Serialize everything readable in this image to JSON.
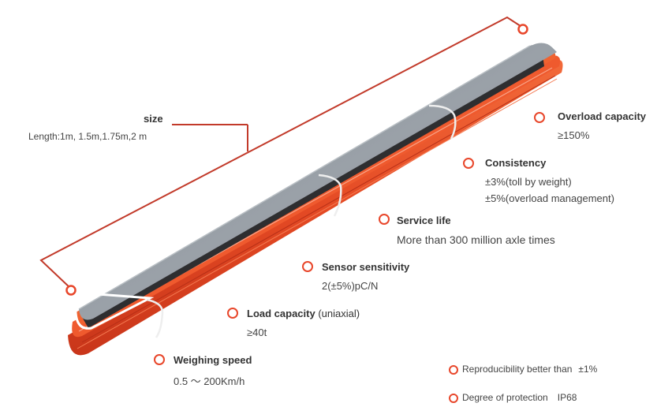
{
  "size": {
    "title": "size",
    "value": "Length:1m, 1.5m,1.75m,2 m"
  },
  "specs": [
    {
      "title": "Overload capacity",
      "values": [
        "≥150%"
      ]
    },
    {
      "title": "Consistency",
      "values": [
        "±3%(toll by weight)",
        "±5%(overload management)"
      ]
    },
    {
      "title": "Service life",
      "values": [
        "More than 300 million axle times"
      ]
    },
    {
      "title": "Sensor sensitivity",
      "values": [
        "2(±5%)pC/N"
      ]
    },
    {
      "title": "Load capacity",
      "title_sub": "(uniaxial)",
      "values": [
        "≥40t"
      ]
    },
    {
      "title": "Weighing speed",
      "values": [
        "0.5 ～ 200Km/h"
      ]
    }
  ],
  "notes": [
    {
      "label": "Reproducibility better than",
      "value": "±1%"
    },
    {
      "label": "Degree of protection",
      "value": "IP68"
    }
  ],
  "colors": {
    "accent": "#e8462a",
    "sensor_top": "#8c939a",
    "sensor_body": "#e44a24",
    "bracket": "#c23a2a"
  }
}
